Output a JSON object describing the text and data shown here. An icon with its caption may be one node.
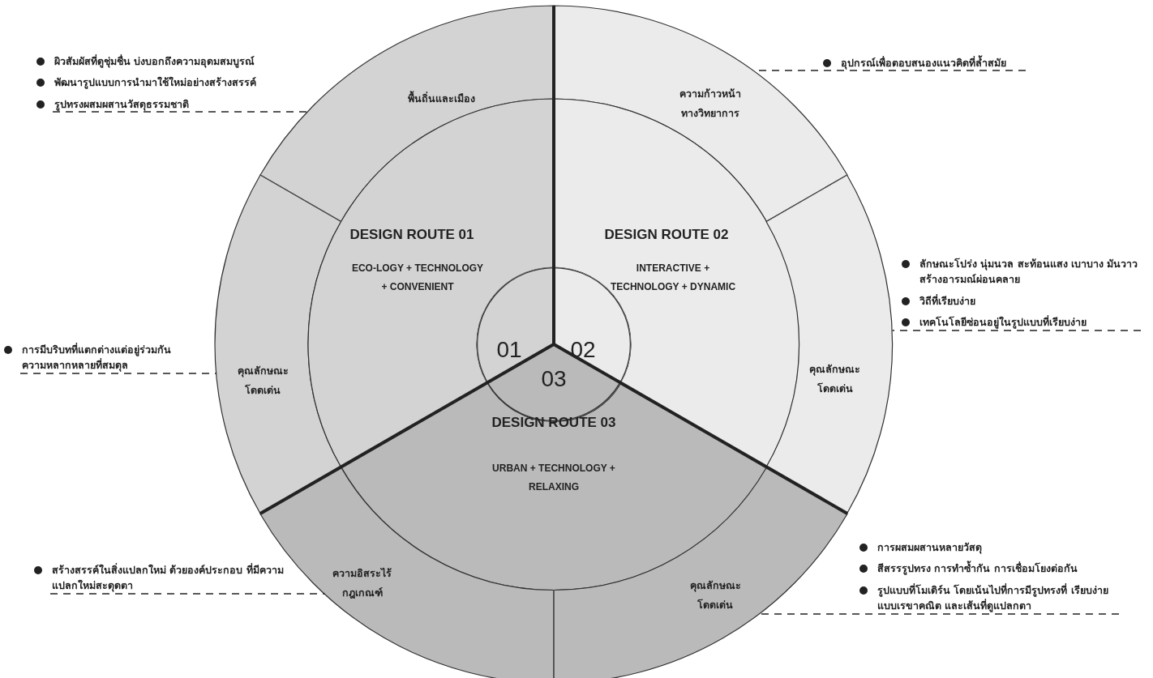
{
  "diagram": {
    "nodes": [
      {
        "text": [
          "พื้นถิ่นและเมือง"
        ]
      },
      {
        "text": [
          "ความก้าวหน้า ทางวิทยาการ"
        ]
      },
      {
        "text": [
          "คุณลักษณะ โดดเด่น"
        ]
      },
      {
        "text": [
          "DESIGN ROUTE 01",
          "ECO-LOGY + TECHNOLOGY + CONVENIENT"
        ]
      },
      {
        "text": [
          "DESIGN ROUTE 02",
          "INTERACTIVE + TECHNOLOGY + DYNAMIC"
        ]
      },
      {
        "text": [
          "คุณลักษณะ โดดเด่น"
        ]
      },
      {
        "text": [
          "01",
          "02",
          "03"
        ]
      },
      {
        "text": [
          "DESIGN ROUTE 03",
          "URBAN + TECHNOLOGY + RELAXING"
        ]
      },
      {
        "text": [
          "ความอิสระไร้ กฎเกณฑ์"
        ]
      },
      {
        "text": [
          "คุณลักษณะ โดดเด่น"
        ]
      },
      {
        "text": [
          "ผิวสัมผัสที่ดูชุ่มชื่น บ่งบอกถึงความอุดมสมบูรณ์",
          "พัฒนารูปแบบการนำมาใช้ใหม่อย่างสร้างสรรค์",
          "รูปทรงผสมผสานวัสดุธรรมชาติ"
        ]
      },
      {
        "text": [
          "อุปกรณ์เพื่อตอบสนองแนวคิดที่ล้ำสมัย"
        ]
      },
      {
        "text": [
          "การมีบริบทที่แตกต่างแต่อยู่ร่วมกัน ความหลากหลายที่สมดุล"
        ]
      },
      {
        "text": [
          "ลักษณะโปร่ง นุ่มนวล สะท้อนแสง เบาบาง มันวาว สร้างอารมณ์ผ่อนคลาย",
          "วิถีที่เรียบง่าย",
          "เทคโนโลยีซ่อนอยู่ในรูปแบบที่เรียบง่าย"
        ]
      },
      {
        "text": [
          "สร้างสรรค์ในสิ่งแปลกใหม่ ด้วยองค์ประกอบ ที่มีความแปลกใหม่สะดุดตา"
        ]
      },
      {
        "text": [
          "การผสมผสานหลายวัสดุ",
          "สีสรรรูปทรง การทำซ้ำกัน การเชื่อมโยงต่อกัน",
          "รูปแบบที่โมเดิร์น โดยเน้นไปที่การมีรูปทรงที่ เรียบง่าย แบบเรขาคณิต และเส้นที่ดูแปลกตา"
        ]
      }
    ],
    "edges": [
      {
        "from": 10,
        "to": 0,
        "arrow": "none",
        "style": "dashed"
      },
      {
        "from": 11,
        "to": 1,
        "arrow": "none",
        "style": "dashed"
      },
      {
        "from": 12,
        "to": 2,
        "arrow": "none",
        "style": "dashed"
      },
      {
        "from": 13,
        "to": 5,
        "arrow": "none",
        "style": "dashed"
      },
      {
        "from": 14,
        "to": 8,
        "arrow": "none",
        "style": "dashed"
      },
      {
        "from": 15,
        "to": 9,
        "arrow": "none",
        "style": "dashed"
      }
    ]
  }
}
